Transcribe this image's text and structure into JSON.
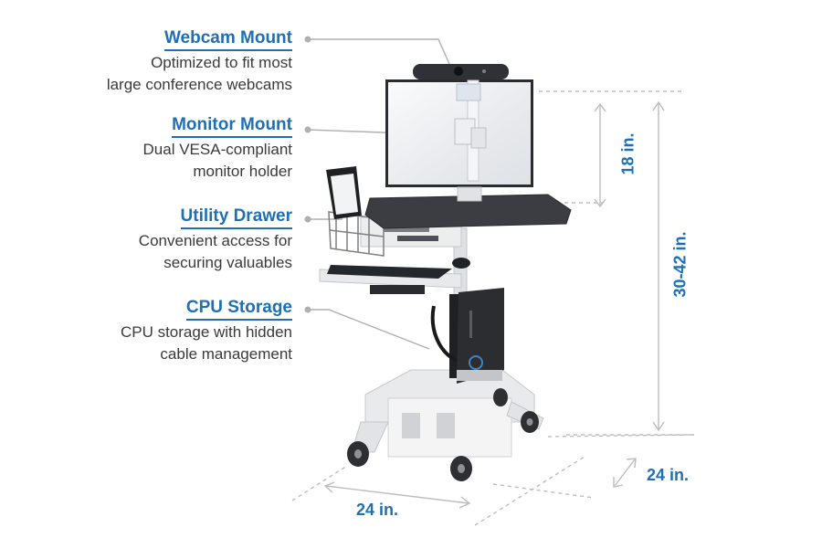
{
  "callouts": [
    {
      "title": "Webcam Mount",
      "lines": [
        "Optimized to fit most",
        "large conference webcams"
      ]
    },
    {
      "title": "Monitor Mount",
      "lines": [
        "Dual VESA-compliant",
        "monitor holder"
      ]
    },
    {
      "title": "Utility Drawer",
      "lines": [
        "Convenient access for",
        "securing valuables"
      ]
    },
    {
      "title": "CPU Storage",
      "lines": [
        "CPU storage with hidden",
        "cable management"
      ]
    }
  ],
  "dimensions": {
    "monitor_height": "18 in.",
    "total_height": "30-42 in.",
    "depth": "24 in.",
    "width": "24 in."
  },
  "colors": {
    "accent": "#1f6fb5",
    "text": "#3a3a3a",
    "dim_line": "#b5b5b5"
  }
}
